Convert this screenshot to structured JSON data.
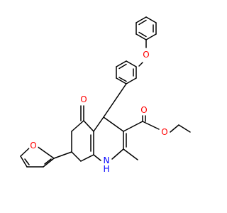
{
  "molecule": {
    "atoms": {
      "o_ketone": "O",
      "o_ester_carbonyl": "O",
      "o_ester_ether": "O",
      "o_phenoxy": "O",
      "o_furan": "O",
      "nh": "H",
      "n": "N"
    },
    "colors": {
      "oxygen": "#ff0000",
      "nitrogen": "#0000ff",
      "bond": "#000000"
    }
  }
}
